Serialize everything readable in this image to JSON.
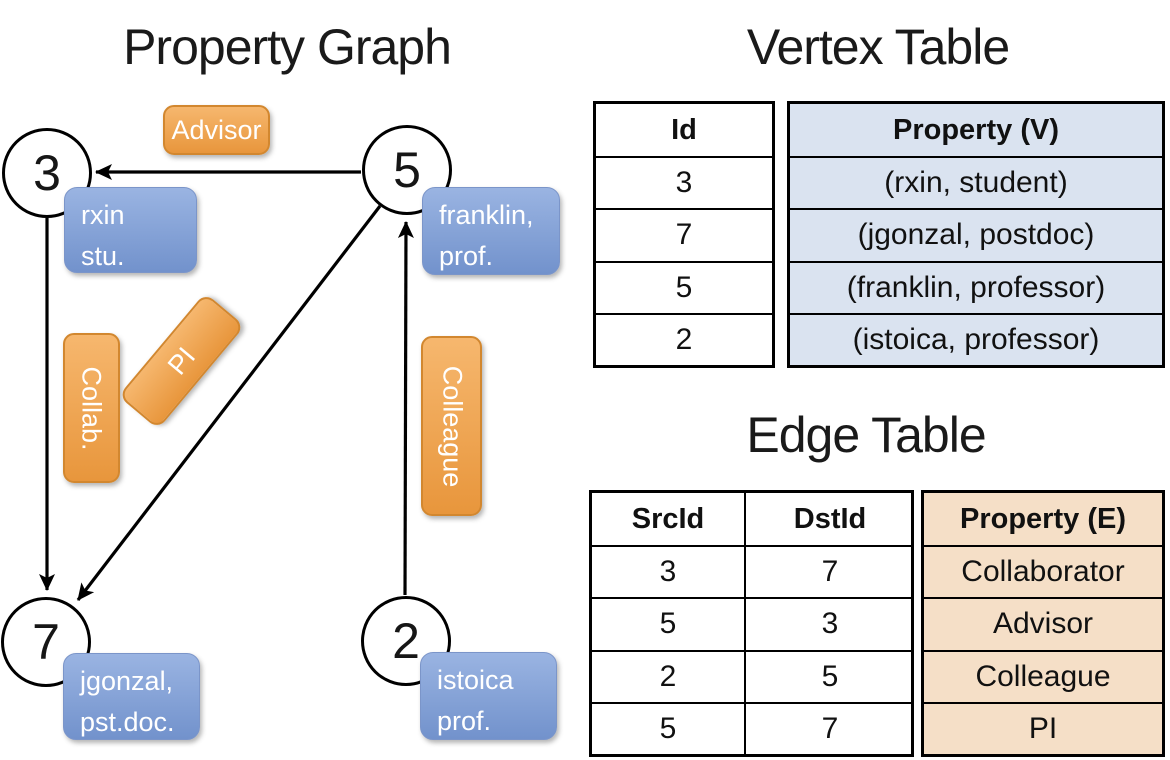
{
  "graph": {
    "title": "Property Graph",
    "vertices": [
      {
        "id": "3",
        "label_lines": [
          "rxin",
          "stu."
        ]
      },
      {
        "id": "5",
        "label_lines": [
          "franklin,",
          "prof."
        ]
      },
      {
        "id": "7",
        "label_lines": [
          "jgonzal,",
          "pst.doc."
        ]
      },
      {
        "id": "2",
        "label_lines": [
          "istoica",
          "prof."
        ]
      }
    ],
    "edge_labels": {
      "advisor": "Advisor",
      "collab": "Collab.",
      "pi": "PI",
      "colleague": "Colleague"
    }
  },
  "vertex_table": {
    "title": "Vertex Table",
    "columns": [
      "Id",
      "Property (V)"
    ],
    "rows": [
      [
        "3",
        "(rxin, student)"
      ],
      [
        "7",
        "(jgonzal, postdoc)"
      ],
      [
        "5",
        "(franklin, professor)"
      ],
      [
        "2",
        "(istoica, professor)"
      ]
    ]
  },
  "edge_table": {
    "title": "Edge Table",
    "columns": [
      "SrcId",
      "DstId",
      "Property (E)"
    ],
    "rows": [
      [
        "3",
        "7",
        "Collaborator"
      ],
      [
        "5",
        "3",
        "Advisor"
      ],
      [
        "2",
        "5",
        "Colleague"
      ],
      [
        "5",
        "7",
        "PI"
      ]
    ]
  },
  "colors": {
    "orange_fill_top": "#f6b76e",
    "orange_fill_bottom": "#e8963c",
    "orange_border": "#d2872f",
    "blue_fill_top": "#9ab4e2",
    "blue_fill_bottom": "#7292cc",
    "blue_border": "#7b95c9",
    "vertex_cell_bg": "#dae3f0",
    "edge_cell_bg": "#f5dfc7",
    "line_color": "#000000"
  }
}
